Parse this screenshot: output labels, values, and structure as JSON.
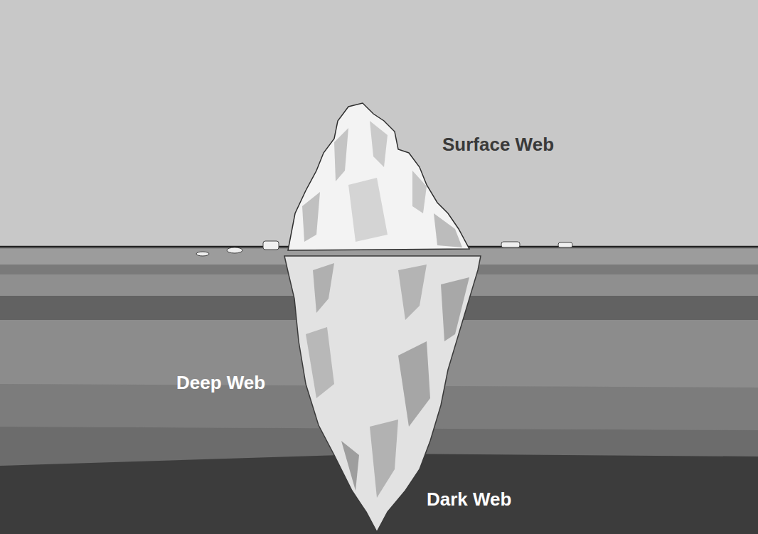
{
  "diagram": {
    "labels": [
      "Surface Web",
      "Deep Web",
      "Dark Web"
    ]
  }
}
